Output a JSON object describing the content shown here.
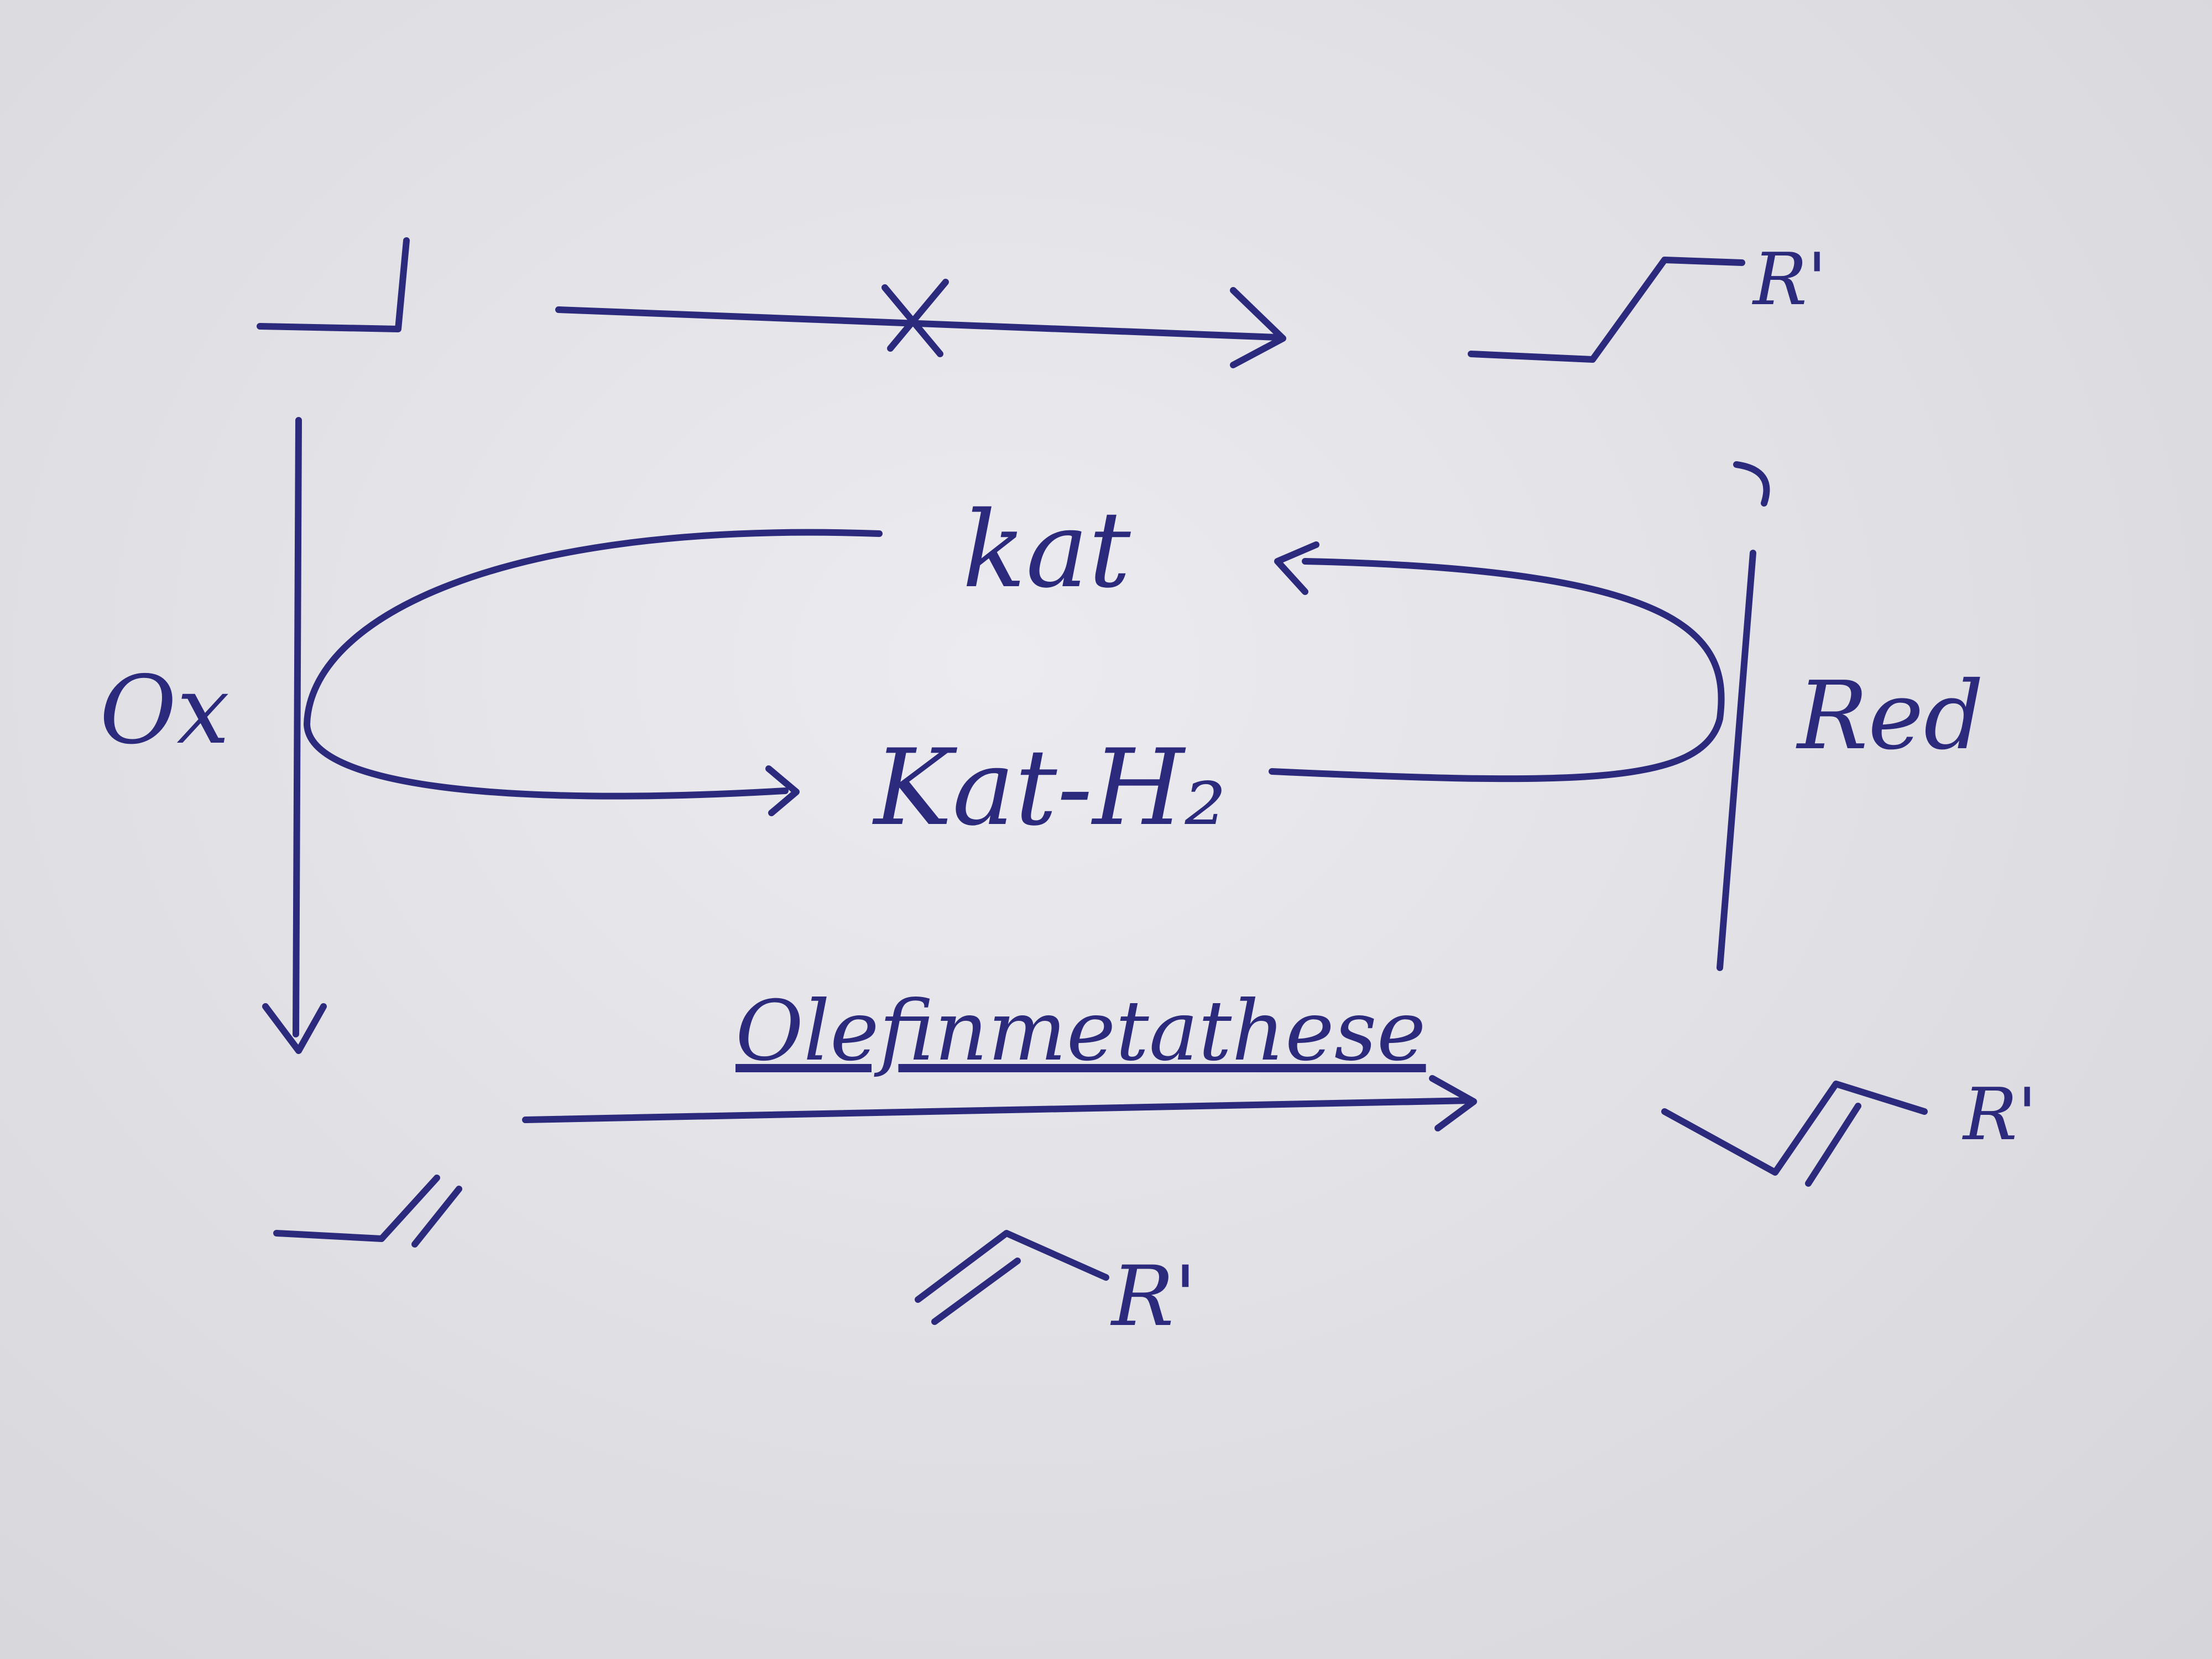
{
  "labels": {
    "kat": "kat",
    "kat_h2": "Kat-H₂",
    "ox": "Ox",
    "red": "Red",
    "metathesis": "Olefinmetathese",
    "r1_top": "R'",
    "r1_right": "R'",
    "r1_bottom": "R'"
  },
  "ink_color": "#2c2a7c"
}
